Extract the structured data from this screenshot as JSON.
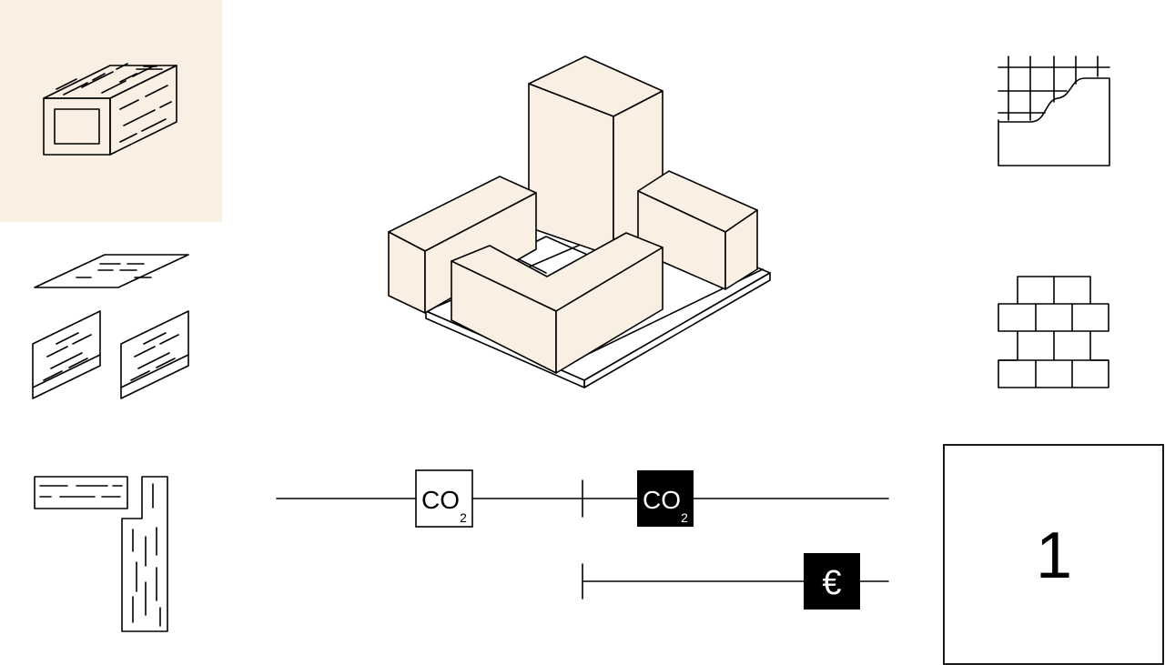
{
  "colors": {
    "panel": "#f9efe3",
    "block": "#f9efe3",
    "ink": "#000000",
    "background": "#ffffff"
  },
  "icons": [
    "timber-beam-icon",
    "timber-panels-icon",
    "timber-joint-icon",
    "building-blocks-icon",
    "terrain-grid-icon",
    "brick-wall-icon",
    "co2-icon",
    "euro-icon"
  ],
  "timeline": {
    "co2_outline": {
      "main": "CO",
      "sub": "2"
    },
    "co2_filled": {
      "main": "CO",
      "sub": "2"
    },
    "euro": "€"
  },
  "counter": {
    "value": "1"
  }
}
